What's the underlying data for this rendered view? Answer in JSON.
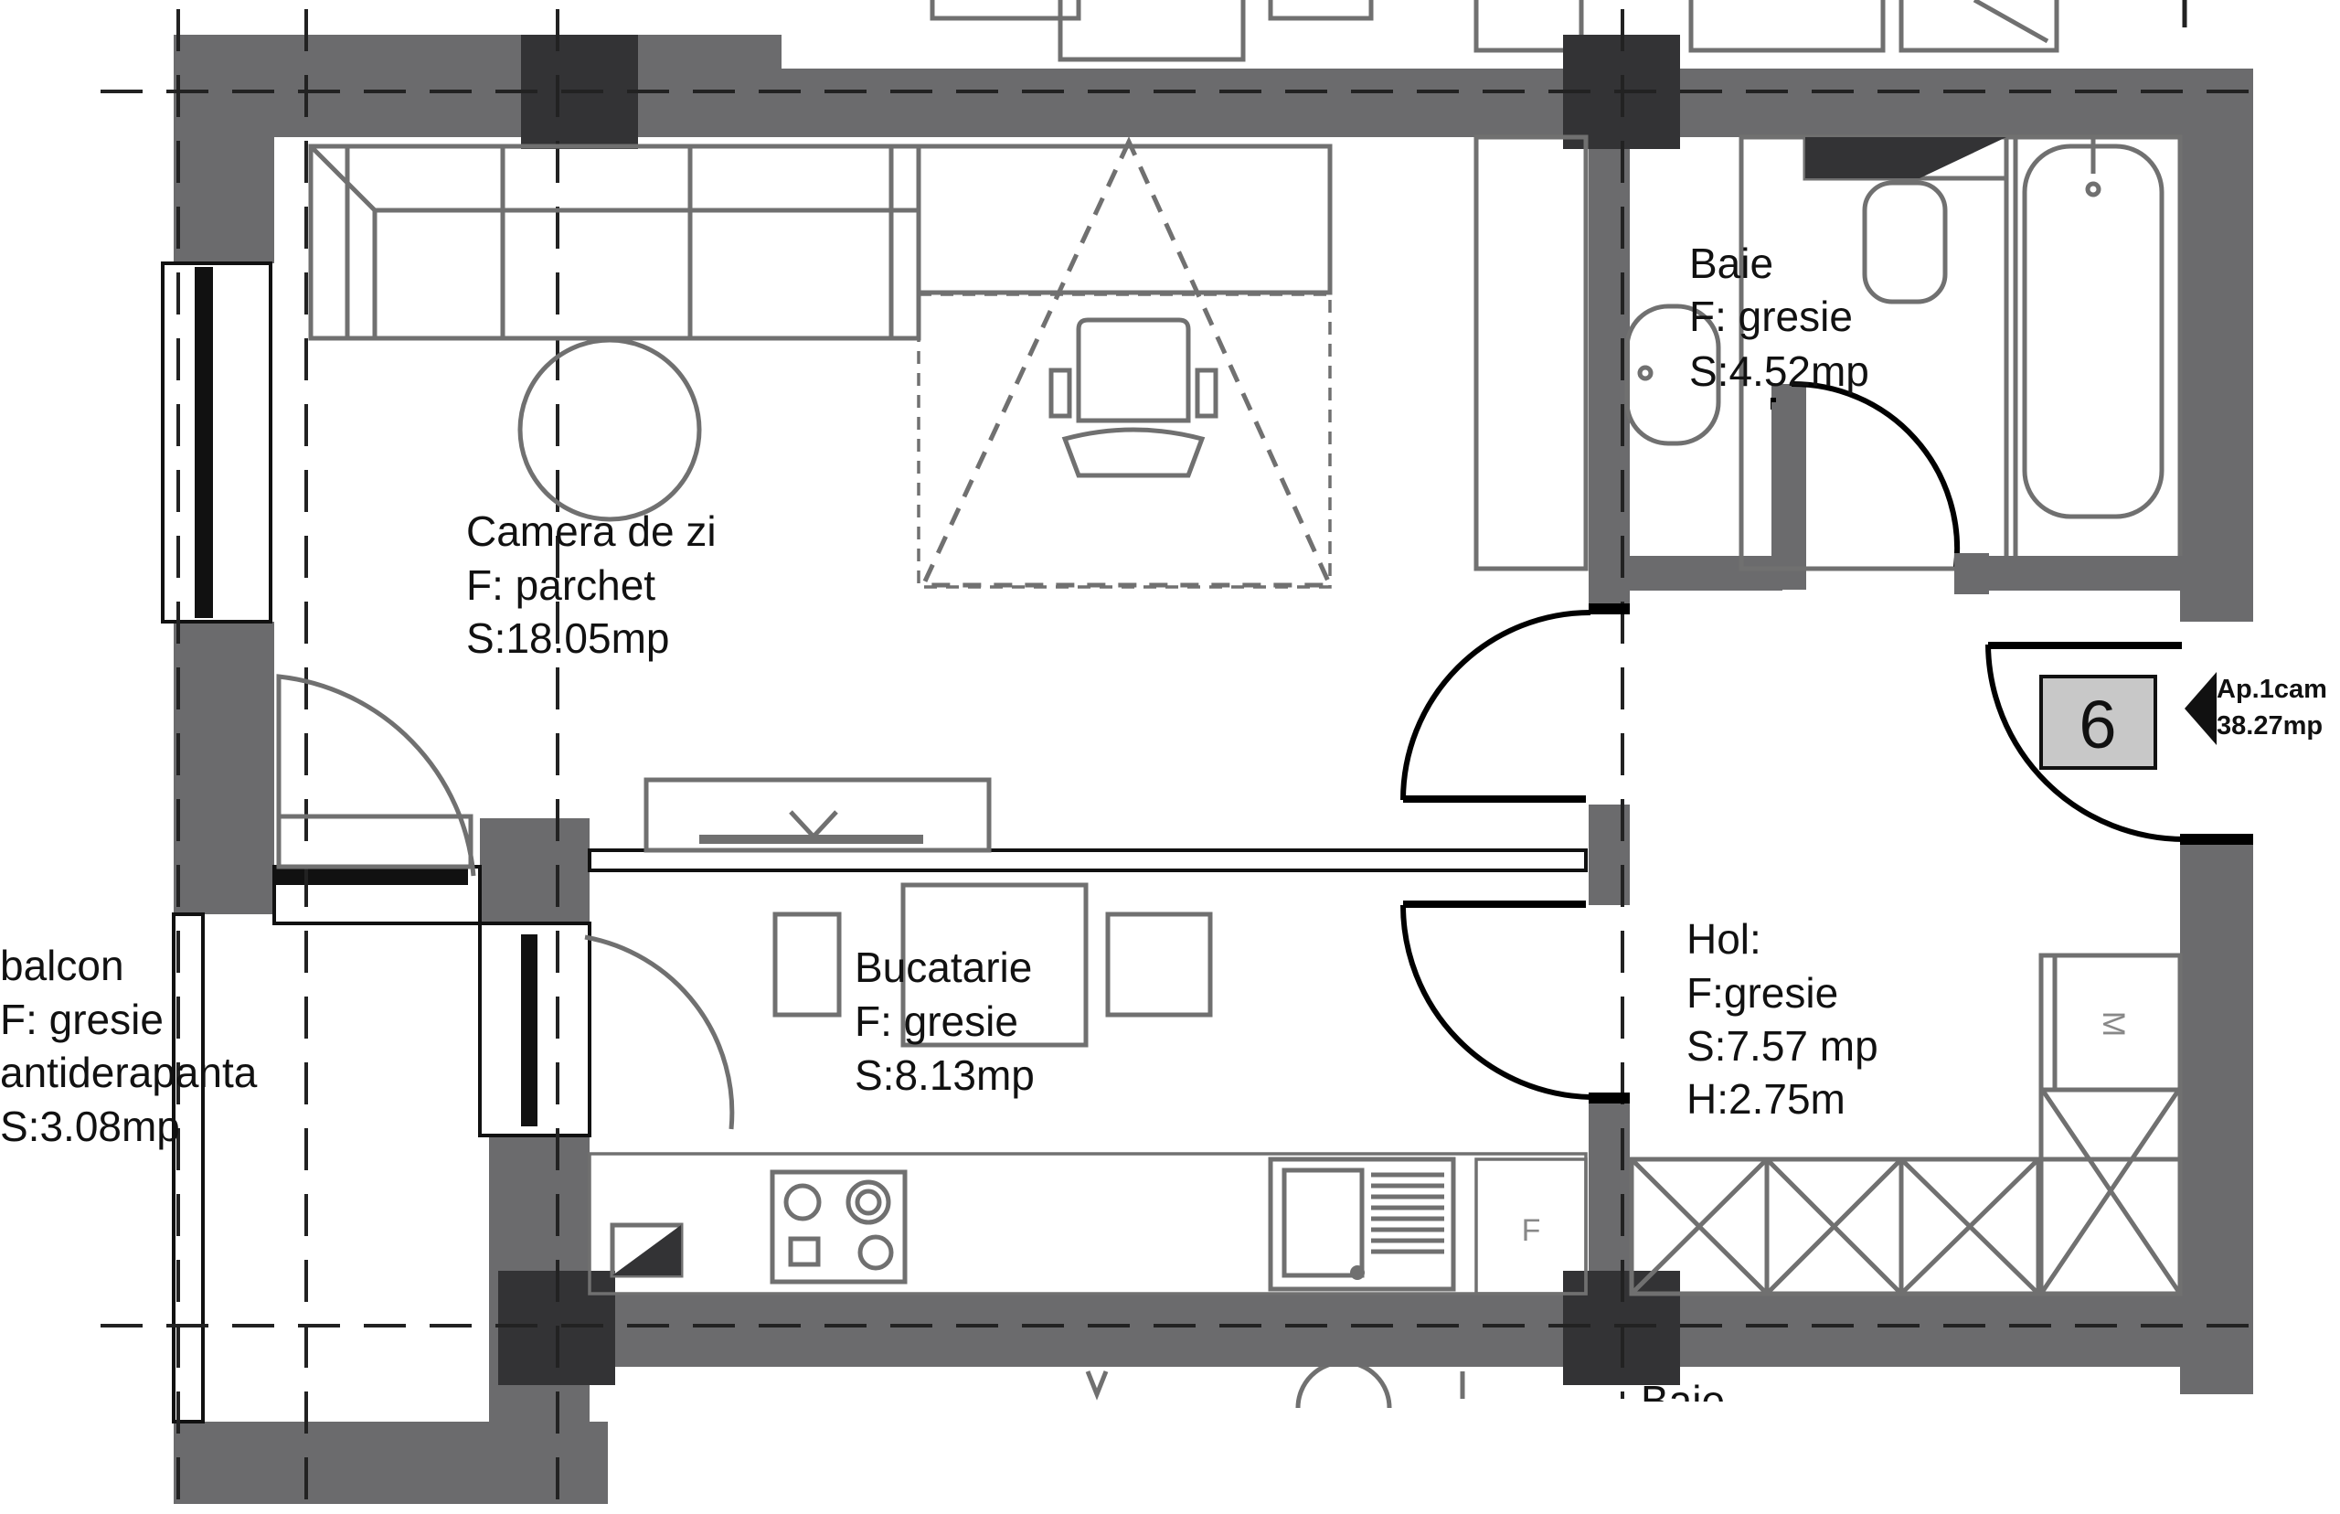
{
  "rooms": {
    "camera": {
      "name": "Camera de zi",
      "floor": "F: parchet",
      "area": "S:18.05mp"
    },
    "baie": {
      "name": "Baie",
      "floor": "F: gresie",
      "area": "S:4.52mp"
    },
    "bucatarie": {
      "name": "Bucatarie",
      "floor": "F: gresie",
      "area": "S:8.13mp"
    },
    "hol": {
      "name": "Hol:",
      "floor": "F:gresie",
      "area": "S:7.57 mp",
      "height": "H:2.75m"
    },
    "balcon": {
      "name": "balcon",
      "floor": "F: gresie",
      "floor2": "antiderapanta",
      "area": "S:3.08mp"
    },
    "baie_below": {
      "name": "Baie"
    }
  },
  "apartment": {
    "number": "6",
    "type": "Ap.1cam",
    "area": "38.27mp"
  },
  "fixtures": {
    "fridge_mark": "F",
    "washer_mark": "M"
  },
  "colors": {
    "wall": "#6b6b6d",
    "column": "#333335",
    "furniture": "#707070",
    "tag_bg": "#c8c8c8"
  }
}
